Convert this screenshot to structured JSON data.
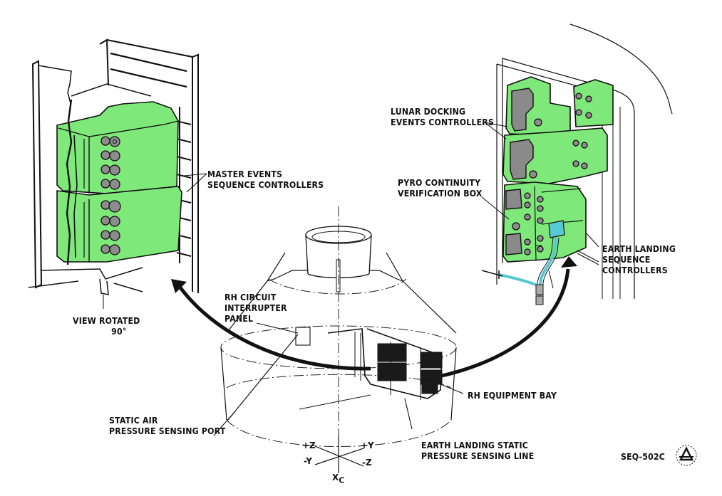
{
  "figure": {
    "id_code": "SEQ-502C",
    "logo": "north-american-rockwell-logo"
  },
  "colors": {
    "controller_fill": "#7fe87a",
    "connector_gray": "#8a8a8a",
    "tubing": "#58c8d4",
    "ink": "#111111"
  },
  "callouts": {
    "master_events": [
      "MASTER EVENTS",
      "SEQUENCE CONTROLLERS"
    ],
    "view_rotated": [
      "VIEW ROTATED",
      "90°"
    ],
    "lunar_docking": [
      "LUNAR DOCKING",
      "EVENTS CONTROLLERS"
    ],
    "pyro_continuity": [
      "PYRO CONTINUITY",
      "VERIFICATION BOX"
    ],
    "earth_landing_seq": [
      "EARTH LANDING",
      "SEQUENCE",
      "CONTROLLERS"
    ],
    "rh_circuit": [
      "RH CIRCUIT",
      "INTERRUPTER",
      "PANEL"
    ],
    "rh_equipment_bay": [
      "RH EQUIPMENT BAY"
    ],
    "static_air_port": [
      "STATIC AIR",
      "PRESSURE SENSING PORT"
    ],
    "earth_landing_static_line": [
      "EARTH LANDING STATIC",
      "PRESSURE SENSING LINE"
    ]
  },
  "axes": {
    "plus_z": "+Z",
    "plus_y": "+Y",
    "minus_y": "-Y",
    "minus_z": "-Z",
    "x_c": "X",
    "x_c_sub": "C"
  }
}
